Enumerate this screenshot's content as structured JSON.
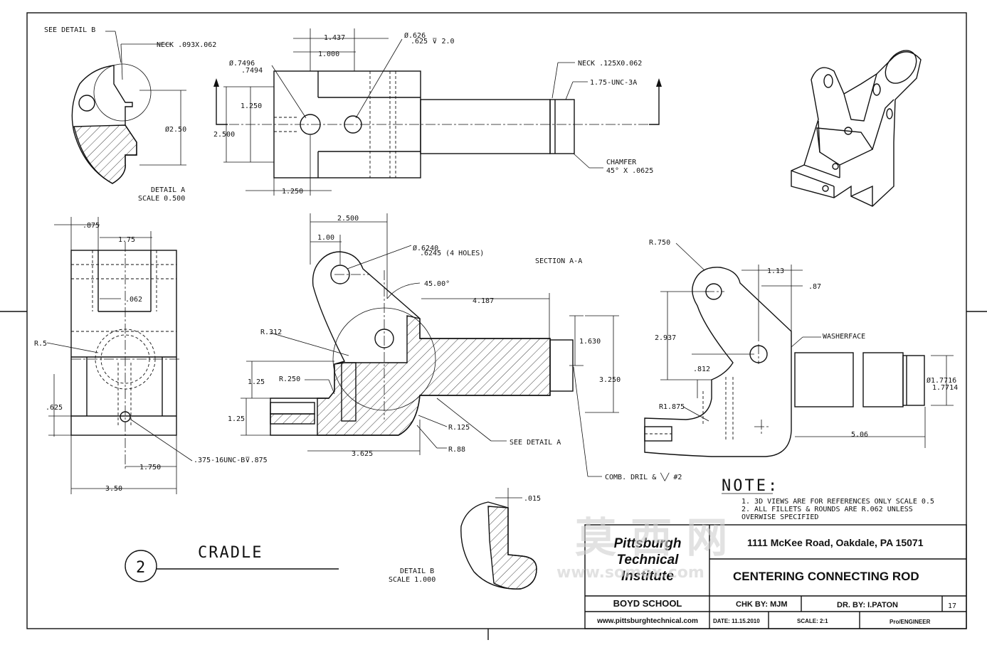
{
  "top_left_view": {
    "see_detail_b": "SEE DETAIL  B",
    "neck_a": "NECK .093X.062",
    "dia_250": "Ø2.50",
    "detail_a": "DETAIL  A",
    "scale_a": "SCALE  0.500"
  },
  "top_view": {
    "d1437": "1.437",
    "d1000": "1.000",
    "hole_a": "Ø.626",
    "hole_b": ".625 ⊽ 2.0",
    "bore_a": "Ø.7496",
    "bore_b": ".7494",
    "d1250": "1.250",
    "d2500": "2.500",
    "d1250b": "1.250",
    "neck_b": "NECK .125X0.062",
    "thread": "1.75-UNC-3A",
    "chamfer_a": "CHAMFER",
    "chamfer_b": "45° X .0625"
  },
  "left_view": {
    "d875": ".875",
    "d175": "1.75",
    "d062": ".062",
    "r5": "R.5",
    "d625": ".625",
    "d1750": "1.750",
    "d350": "3.50",
    "tap": ".375-16UNC-B⊽.875"
  },
  "section_view": {
    "d2500": "2.500",
    "d100": "1.00",
    "holes_a": "Ø.6240",
    "holes_b": ".6245 (4 HOLES)",
    "section": "SECTION  A-A",
    "angle": "45.00°",
    "d4187": "4.187",
    "r312": "R.312",
    "d1630": "1.630",
    "r250": "R.250",
    "d125a": "1.25",
    "d3250": "3.250",
    "d125b": "1.25",
    "r125": "R.125",
    "see_detail_a": "SEE DETAIL  A",
    "d3625": "3.625",
    "r88": "R.88",
    "drill": "COMB. DRIL & ╲╱ #2"
  },
  "right_view": {
    "r750": "R.750",
    "d113": "1.13",
    "d87": ".87",
    "washer": "WASHERFACE",
    "d2937": "2.937",
    "d812": ".812",
    "r1875": "R1.875",
    "dia_a": "Ø1.7716",
    "dia_b": "1.7714",
    "d506": "5.06"
  },
  "detail_b": {
    "d015": ".015",
    "label": "DETAIL  B",
    "scale": "SCALE  1.000"
  },
  "cradle": {
    "number": "2",
    "name": "CRADLE"
  },
  "notes": {
    "heading": "NOTE:",
    "line1": "1. 3D VIEWS ARE FOR REFERENCES ONLY SCALE 0.5",
    "line2": "2. ALL FILLETS & ROUNDS ARE R.062 UNLESS",
    "line3": "OVERWISE SPECIFIED"
  },
  "title_block": {
    "school_line1": "Pittsburgh",
    "school_line2": "Technical",
    "school_line3": "Institute",
    "address": "1111 McKee Road, Oakdale, PA 15071",
    "title": "CENTERING CONNECTING ROD",
    "boyd": "BOYD SCHOOL",
    "chk": "CHK BY: MJM",
    "dr": "DR. BY: I.PATON",
    "sheet": "17",
    "website": "www.pittsburghtechnical.com",
    "date": "DATE: 11.15.2010",
    "scale": "SCALE: 2:1",
    "software": "Pro/ENGINEER"
  },
  "watermark": {
    "cn": "莫 西 网",
    "latin": "www.somox.com"
  }
}
